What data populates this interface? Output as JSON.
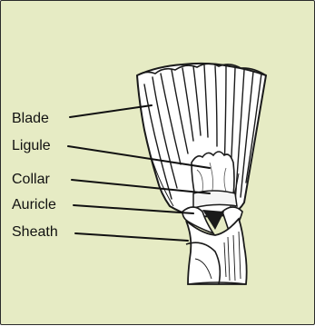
{
  "figure": {
    "background": "#e6ebc4",
    "border_color": "#2b2b2b",
    "labels": [
      "Blade",
      "Ligule",
      "Collar",
      "Auricle",
      "Sheath"
    ]
  }
}
